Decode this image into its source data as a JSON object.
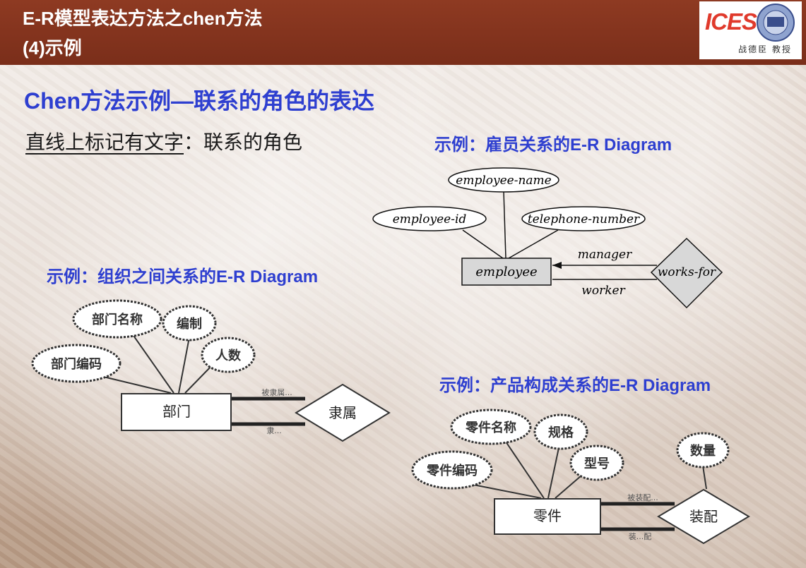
{
  "header": {
    "title_line1": "E-R模型表达方法之chen方法",
    "title_line2": "(4)示例",
    "logo_text": "ICES",
    "logo_caption": "战德臣 教授"
  },
  "main_heading": "Chen方法示例—联系的角色的表达",
  "subtitle": {
    "underlined": "直线上标记有文字",
    "rest": "：联系的角色"
  },
  "example_employee": {
    "caption": "示例：雇员关系的E-R Diagram",
    "attributes": [
      "employee-name",
      "employee-id",
      "telephone-number"
    ],
    "entity": "employee",
    "relationship": "works-for",
    "roles": [
      "manager",
      "worker"
    ]
  },
  "example_org": {
    "caption": "示例：组织之间关系的E-R Diagram",
    "attributes": [
      "部门名称",
      "编制",
      "部门编码",
      "人数"
    ],
    "entity": "部门",
    "relationship": "隶属",
    "roles": [
      "被隶属...",
      "隶..."
    ]
  },
  "example_product": {
    "caption": "示例：产品构成关系的E-R Diagram",
    "attributes": [
      "零件名称",
      "规格",
      "零件编码",
      "型号"
    ],
    "entity": "零件",
    "relationship": "装配",
    "relationship_attribute": "数量",
    "roles": [
      "被装配...",
      "装...配"
    ]
  }
}
